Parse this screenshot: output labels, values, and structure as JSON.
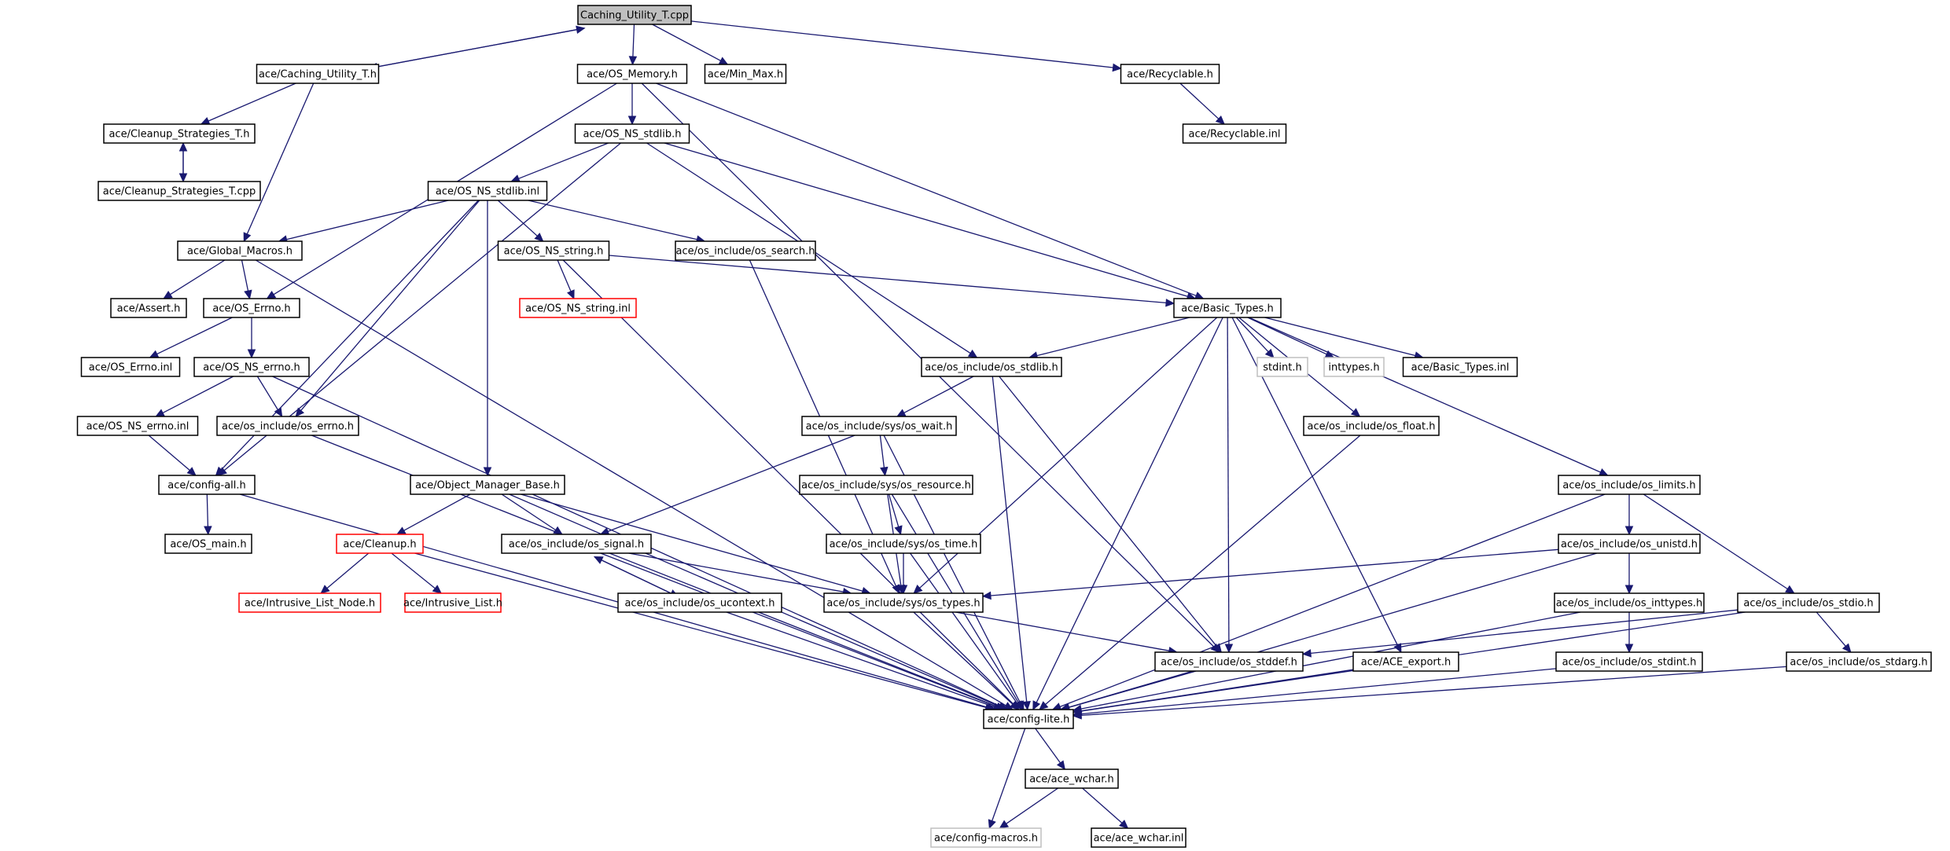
{
  "diagram": {
    "nodes": [
      {
        "id": "root",
        "label": "Caching_Utility_T.cpp",
        "style": "root"
      },
      {
        "id": "cut_h",
        "label": "ace/Caching_Utility_T.h",
        "style": "normal"
      },
      {
        "id": "os_memory",
        "label": "ace/OS_Memory.h",
        "style": "normal"
      },
      {
        "id": "min_max",
        "label": "ace/Min_Max.h",
        "style": "normal"
      },
      {
        "id": "recyclable_h",
        "label": "ace/Recyclable.h",
        "style": "normal"
      },
      {
        "id": "recyclable_inl",
        "label": "ace/Recyclable.inl",
        "style": "normal"
      },
      {
        "id": "cleanup_st_h",
        "label": "ace/Cleanup_Strategies_T.h",
        "style": "normal"
      },
      {
        "id": "cleanup_st_cpp",
        "label": "ace/Cleanup_Strategies_T.cpp",
        "style": "normal"
      },
      {
        "id": "os_ns_stdlib_h",
        "label": "ace/OS_NS_stdlib.h",
        "style": "normal"
      },
      {
        "id": "os_ns_stdlib_inl",
        "label": "ace/OS_NS_stdlib.inl",
        "style": "normal"
      },
      {
        "id": "global_macros",
        "label": "ace/Global_Macros.h",
        "style": "normal"
      },
      {
        "id": "os_ns_string_h",
        "label": "ace/OS_NS_string.h",
        "style": "normal"
      },
      {
        "id": "os_search",
        "label": "ace/os_include/os_search.h",
        "style": "normal"
      },
      {
        "id": "assert",
        "label": "ace/Assert.h",
        "style": "normal"
      },
      {
        "id": "os_errno_h",
        "label": "ace/OS_Errno.h",
        "style": "normal"
      },
      {
        "id": "os_ns_string_inl",
        "label": "ace/OS_NS_string.inl",
        "style": "red"
      },
      {
        "id": "basic_types_h",
        "label": "ace/Basic_Types.h",
        "style": "normal"
      },
      {
        "id": "os_errno_inl",
        "label": "ace/OS_Errno.inl",
        "style": "normal"
      },
      {
        "id": "os_ns_errno_h",
        "label": "ace/OS_NS_errno.h",
        "style": "normal"
      },
      {
        "id": "os_stdlib",
        "label": "ace/os_include/os_stdlib.h",
        "style": "normal"
      },
      {
        "id": "stdint",
        "label": "stdint.h",
        "style": "gray"
      },
      {
        "id": "inttypes",
        "label": "inttypes.h",
        "style": "gray"
      },
      {
        "id": "basic_types_inl",
        "label": "ace/Basic_Types.inl",
        "style": "normal"
      },
      {
        "id": "os_ns_errno_inl",
        "label": "ace/OS_NS_errno.inl",
        "style": "normal"
      },
      {
        "id": "os_errno_inc",
        "label": "ace/os_include/os_errno.h",
        "style": "normal"
      },
      {
        "id": "os_wait",
        "label": "ace/os_include/sys/os_wait.h",
        "style": "normal"
      },
      {
        "id": "os_float",
        "label": "ace/os_include/os_float.h",
        "style": "normal"
      },
      {
        "id": "config_all",
        "label": "ace/config-all.h",
        "style": "normal"
      },
      {
        "id": "obj_mgr_base",
        "label": "ace/Object_Manager_Base.h",
        "style": "normal"
      },
      {
        "id": "os_resource",
        "label": "ace/os_include/sys/os_resource.h",
        "style": "normal"
      },
      {
        "id": "os_limits",
        "label": "ace/os_include/os_limits.h",
        "style": "normal"
      },
      {
        "id": "os_main",
        "label": "ace/OS_main.h",
        "style": "normal"
      },
      {
        "id": "cleanup_h",
        "label": "ace/Cleanup.h",
        "style": "red"
      },
      {
        "id": "os_signal",
        "label": "ace/os_include/os_signal.h",
        "style": "normal"
      },
      {
        "id": "os_time",
        "label": "ace/os_include/sys/os_time.h",
        "style": "normal"
      },
      {
        "id": "os_unistd",
        "label": "ace/os_include/os_unistd.h",
        "style": "normal"
      },
      {
        "id": "intrusive_list_node",
        "label": "ace/Intrusive_List_Node.h",
        "style": "red"
      },
      {
        "id": "intrusive_list",
        "label": "ace/Intrusive_List.h",
        "style": "red"
      },
      {
        "id": "os_ucontext",
        "label": "ace/os_include/os_ucontext.h",
        "style": "normal"
      },
      {
        "id": "os_types",
        "label": "ace/os_include/sys/os_types.h",
        "style": "normal"
      },
      {
        "id": "os_inttypes",
        "label": "ace/os_include/os_inttypes.h",
        "style": "normal"
      },
      {
        "id": "os_stdio",
        "label": "ace/os_include/os_stdio.h",
        "style": "normal"
      },
      {
        "id": "os_stddef",
        "label": "ace/os_include/os_stddef.h",
        "style": "normal"
      },
      {
        "id": "ace_export",
        "label": "ace/ACE_export.h",
        "style": "normal"
      },
      {
        "id": "os_stdint",
        "label": "ace/os_include/os_stdint.h",
        "style": "normal"
      },
      {
        "id": "os_stdarg",
        "label": "ace/os_include/os_stdarg.h",
        "style": "normal"
      },
      {
        "id": "config_lite",
        "label": "ace/config-lite.h",
        "style": "normal"
      },
      {
        "id": "ace_wchar_h",
        "label": "ace/ace_wchar.h",
        "style": "normal"
      },
      {
        "id": "config_macros",
        "label": "ace/config-macros.h",
        "style": "gray"
      },
      {
        "id": "ace_wchar_inl",
        "label": "ace/ace_wchar.inl",
        "style": "normal"
      }
    ],
    "edges": [
      [
        "root",
        "cut_h"
      ],
      [
        "root",
        "os_memory"
      ],
      [
        "root",
        "min_max"
      ],
      [
        "root",
        "recyclable_h"
      ],
      [
        "cut_h",
        "root"
      ],
      [
        "cut_h",
        "cleanup_st_h"
      ],
      [
        "cut_h",
        "global_macros"
      ],
      [
        "cleanup_st_h",
        "cleanup_st_cpp"
      ],
      [
        "cleanup_st_cpp",
        "cleanup_st_h"
      ],
      [
        "recyclable_h",
        "recyclable_inl"
      ],
      [
        "os_memory",
        "os_ns_stdlib_h"
      ],
      [
        "os_memory",
        "os_errno_h"
      ],
      [
        "os_memory",
        "basic_types_h"
      ],
      [
        "os_memory",
        "os_stddef"
      ],
      [
        "os_ns_stdlib_h",
        "os_ns_stdlib_inl"
      ],
      [
        "os_ns_stdlib_h",
        "config_all"
      ],
      [
        "os_ns_stdlib_h",
        "basic_types_h"
      ],
      [
        "os_ns_stdlib_h",
        "os_stdlib"
      ],
      [
        "os_ns_stdlib_inl",
        "global_macros"
      ],
      [
        "os_ns_stdlib_inl",
        "os_ns_string_h"
      ],
      [
        "os_ns_stdlib_inl",
        "os_search"
      ],
      [
        "os_ns_stdlib_inl",
        "os_errno_inc"
      ],
      [
        "os_ns_stdlib_inl",
        "config_all"
      ],
      [
        "os_ns_stdlib_inl",
        "obj_mgr_base"
      ],
      [
        "global_macros",
        "assert"
      ],
      [
        "global_macros",
        "os_errno_h"
      ],
      [
        "global_macros",
        "config_lite"
      ],
      [
        "os_ns_string_h",
        "os_ns_string_inl"
      ],
      [
        "os_ns_string_h",
        "basic_types_h"
      ],
      [
        "os_ns_string_h",
        "config_lite"
      ],
      [
        "os_search",
        "os_types"
      ],
      [
        "os_errno_h",
        "os_errno_inl"
      ],
      [
        "os_errno_h",
        "os_ns_errno_h"
      ],
      [
        "os_ns_errno_h",
        "os_ns_errno_inl"
      ],
      [
        "os_ns_errno_h",
        "os_errno_inc"
      ],
      [
        "os_ns_errno_h",
        "config_lite"
      ],
      [
        "os_ns_errno_inl",
        "config_all"
      ],
      [
        "os_errno_inc",
        "config_lite"
      ],
      [
        "config_all",
        "os_main"
      ],
      [
        "config_all",
        "config_lite"
      ],
      [
        "basic_types_h",
        "os_stdlib"
      ],
      [
        "basic_types_h",
        "stdint"
      ],
      [
        "basic_types_h",
        "inttypes"
      ],
      [
        "basic_types_h",
        "basic_types_inl"
      ],
      [
        "basic_types_h",
        "os_float"
      ],
      [
        "basic_types_h",
        "os_limits"
      ],
      [
        "basic_types_h",
        "os_types"
      ],
      [
        "basic_types_h",
        "os_stddef"
      ],
      [
        "basic_types_h",
        "ace_export"
      ],
      [
        "basic_types_h",
        "config_lite"
      ],
      [
        "os_stdlib",
        "os_wait"
      ],
      [
        "os_stdlib",
        "os_stddef"
      ],
      [
        "os_stdlib",
        "config_lite"
      ],
      [
        "os_wait",
        "os_resource"
      ],
      [
        "os_wait",
        "os_signal"
      ],
      [
        "os_wait",
        "config_lite"
      ],
      [
        "os_resource",
        "os_time"
      ],
      [
        "os_resource",
        "os_types"
      ],
      [
        "os_resource",
        "config_lite"
      ],
      [
        "os_time",
        "os_types"
      ],
      [
        "os_time",
        "config_lite"
      ],
      [
        "os_float",
        "config_lite"
      ],
      [
        "obj_mgr_base",
        "cleanup_h"
      ],
      [
        "obj_mgr_base",
        "os_signal"
      ],
      [
        "obj_mgr_base",
        "os_types"
      ],
      [
        "obj_mgr_base",
        "config_lite"
      ],
      [
        "cleanup_h",
        "intrusive_list_node"
      ],
      [
        "cleanup_h",
        "intrusive_list"
      ],
      [
        "cleanup_h",
        "config_lite"
      ],
      [
        "os_signal",
        "os_ucontext"
      ],
      [
        "os_signal",
        "os_types"
      ],
      [
        "os_signal",
        "config_lite"
      ],
      [
        "os_ucontext",
        "os_signal"
      ],
      [
        "os_ucontext",
        "config_lite"
      ],
      [
        "os_types",
        "os_stddef"
      ],
      [
        "os_types",
        "config_lite"
      ],
      [
        "os_limits",
        "os_unistd"
      ],
      [
        "os_limits",
        "os_stdio"
      ],
      [
        "os_limits",
        "config_lite"
      ],
      [
        "os_unistd",
        "os_types"
      ],
      [
        "os_unistd",
        "os_inttypes"
      ],
      [
        "os_unistd",
        "config_lite"
      ],
      [
        "os_inttypes",
        "os_stdint"
      ],
      [
        "os_inttypes",
        "config_lite"
      ],
      [
        "os_stdint",
        "config_lite"
      ],
      [
        "os_stdio",
        "os_stddef"
      ],
      [
        "os_stdio",
        "os_stdarg"
      ],
      [
        "os_stdio",
        "config_lite"
      ],
      [
        "os_stdarg",
        "config_lite"
      ],
      [
        "os_stddef",
        "config_lite"
      ],
      [
        "ace_export",
        "config_lite"
      ],
      [
        "config_lite",
        "ace_wchar_h"
      ],
      [
        "config_lite",
        "config_macros"
      ],
      [
        "ace_wchar_h",
        "config_macros"
      ],
      [
        "ace_wchar_h",
        "ace_wchar_inl"
      ]
    ]
  }
}
